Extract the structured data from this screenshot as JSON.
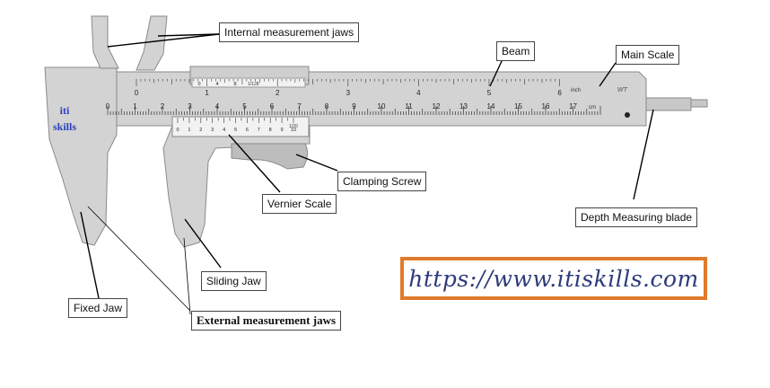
{
  "labels": {
    "internal_jaws": "Internal measurement jaws",
    "beam": "Beam",
    "main_scale": "Main Scale",
    "clamping_screw": "Clamping Screw",
    "vernier_scale": "Vernier Scale",
    "depth_blade": "Depth Measuring blade",
    "sliding_jaw": "Sliding Jaw",
    "fixed_jaw": "Fixed Jaw",
    "external_jaws": "External measurement jaws"
  },
  "brand": {
    "line1": "iti",
    "line2": "skills"
  },
  "url": "https://www.itiskills.com",
  "scale": {
    "cm_numbers": [
      "0",
      "1",
      "2",
      "3",
      "4",
      "5",
      "6",
      "7",
      "8",
      "9",
      "10",
      "11",
      "12",
      "13",
      "14",
      "15",
      "16",
      "17"
    ],
    "cm_unit": "cm",
    "inch_numbers": [
      "0",
      "1",
      "2",
      "3",
      "4",
      "5",
      "6"
    ],
    "inch_unit": "inch",
    "vernier_numbers": [
      "0",
      "1",
      "2",
      "3",
      "4",
      "5",
      "6",
      "7",
      "8",
      "9",
      "10"
    ],
    "vernier_unit": "1/20",
    "inch_vernier_numbers": [
      "0",
      "4",
      "8"
    ],
    "inch_vernier_unit": "1/128",
    "maker_mark": "WT"
  },
  "colors": {
    "body": "#d3d3d3",
    "outline": "#8a8a8a",
    "url_border": "#e07a2b",
    "url_text": "#2d3a7a",
    "brand": "#2a3fbf"
  }
}
